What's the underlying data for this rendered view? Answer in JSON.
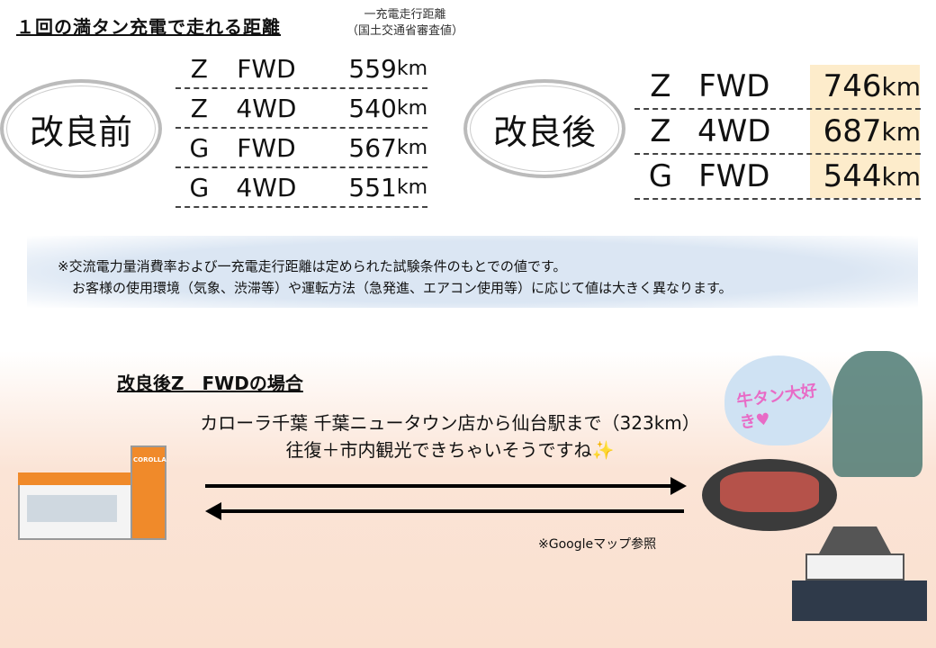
{
  "title": "１回の満タン充電で走れる距離",
  "subtitle": {
    "line1": "一充電走行距離",
    "line2": "（国土交通省審査値）"
  },
  "before": {
    "label": "改良前",
    "rows": [
      {
        "grade": "Z",
        "drive": "FWD",
        "value": "559",
        "unit": "km"
      },
      {
        "grade": "Z",
        "drive": "4WD",
        "value": "540",
        "unit": "km"
      },
      {
        "grade": "G",
        "drive": "FWD",
        "value": "567",
        "unit": "km"
      },
      {
        "grade": "G",
        "drive": "4WD",
        "value": "551",
        "unit": "km"
      }
    ]
  },
  "after": {
    "label": "改良後",
    "rows": [
      {
        "grade": "Z",
        "drive": "FWD",
        "value": "746",
        "unit": "km"
      },
      {
        "grade": "Z",
        "drive": "4WD",
        "value": "687",
        "unit": "km"
      },
      {
        "grade": "G",
        "drive": "FWD",
        "value": "544",
        "unit": "km"
      }
    ]
  },
  "note": {
    "line1": "※交流電力量消費率および一充電走行距離は定められた試験条件のもとでの値です。",
    "line2": "お客様の使用環境（気象、渋滞等）や運転方法（急発進、エアコン使用等）に応じて値は大きく異なります。"
  },
  "case": {
    "heading": "改良後Z　FWDの場合",
    "line1": "カローラ千葉 千葉ニュータウン店から仙台駅まで（323km）",
    "line2": "往復＋市内観光できちゃいそうですね✨",
    "map_note": "※Googleマップ参照",
    "bubble": "牛タン大好き♥",
    "store_sign": "COROLLA"
  },
  "colors": {
    "highlight": "#fdeccb",
    "bubble_pink": "#e86bc6"
  }
}
